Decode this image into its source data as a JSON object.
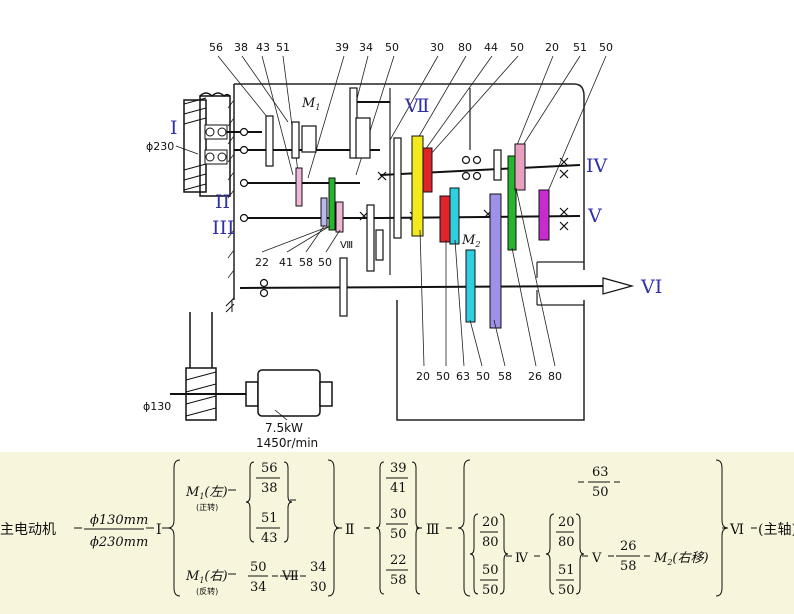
{
  "top_labels": [
    "56",
    "38",
    "43",
    "51",
    "39",
    "34",
    "50",
    "30",
    "80",
    "44",
    "50",
    "20",
    "51",
    "50"
  ],
  "bottom_labels": [
    "20",
    "50",
    "63",
    "50",
    "58",
    "26",
    "80"
  ],
  "left_bottom_labels": [
    "22",
    "41",
    "58",
    "50"
  ],
  "shafts": {
    "I": "I",
    "II": "II",
    "III": "III",
    "IV": "IV",
    "V": "V",
    "VI": "VI",
    "VII": "Ⅶ",
    "VIII": "Ⅷ"
  },
  "clutch_m1": "M",
  "clutch_m1_sub": "1",
  "clutch_m2": "M",
  "clutch_m2_sub": "2",
  "pulley_big": "ϕ230",
  "pulley_small": "ϕ130",
  "motor_power": "7.5kW",
  "motor_speed": "1450r/min",
  "formula": {
    "motor": "主电动机",
    "pulley_num": "ϕ130mm",
    "pulley_den": "ϕ230mm",
    "shaft_I": "I",
    "m1": "M",
    "m1_sub": "1",
    "left": "(左)",
    "right": "(右)",
    "fwd": "(正转)",
    "rev": "(反转)",
    "upper_ratios": [
      [
        "56",
        "38"
      ],
      [
        "51",
        "43"
      ]
    ],
    "lower_r1": [
      "50",
      "34"
    ],
    "lower_r2": [
      "34",
      "30"
    ],
    "shaft_VII": "Ⅶ",
    "shaft_II": "Ⅱ",
    "ratios_II_III": [
      [
        "39",
        "41"
      ],
      [
        "30",
        "50"
      ],
      [
        "22",
        "58"
      ]
    ],
    "shaft_III": "Ⅲ",
    "top_branch": [
      "63",
      "50"
    ],
    "ratios_III_IV": [
      [
        "20",
        "80"
      ],
      [
        "50",
        "50"
      ]
    ],
    "shaft_IV": "Ⅳ",
    "ratios_IV_V": [
      [
        "20",
        "80"
      ],
      [
        "51",
        "50"
      ]
    ],
    "shaft_V": "Ⅴ",
    "ratio_V": [
      "26",
      "58"
    ],
    "m2": "M",
    "m2_sub": "2",
    "m2_note": "(右移)",
    "shaft_VI": "Ⅵ",
    "tail": "(主轴)"
  },
  "colors": {
    "yellow": "#f2ea1c",
    "red": "#e0242c",
    "pink": "#e8a0c0",
    "cyan": "#2ed0e0",
    "violet": "#9f90e8",
    "green": "#26b62e",
    "magenta": "#c62ad0",
    "lightpink": "#f0b8d8",
    "lightviolet": "#b8b8ee"
  }
}
